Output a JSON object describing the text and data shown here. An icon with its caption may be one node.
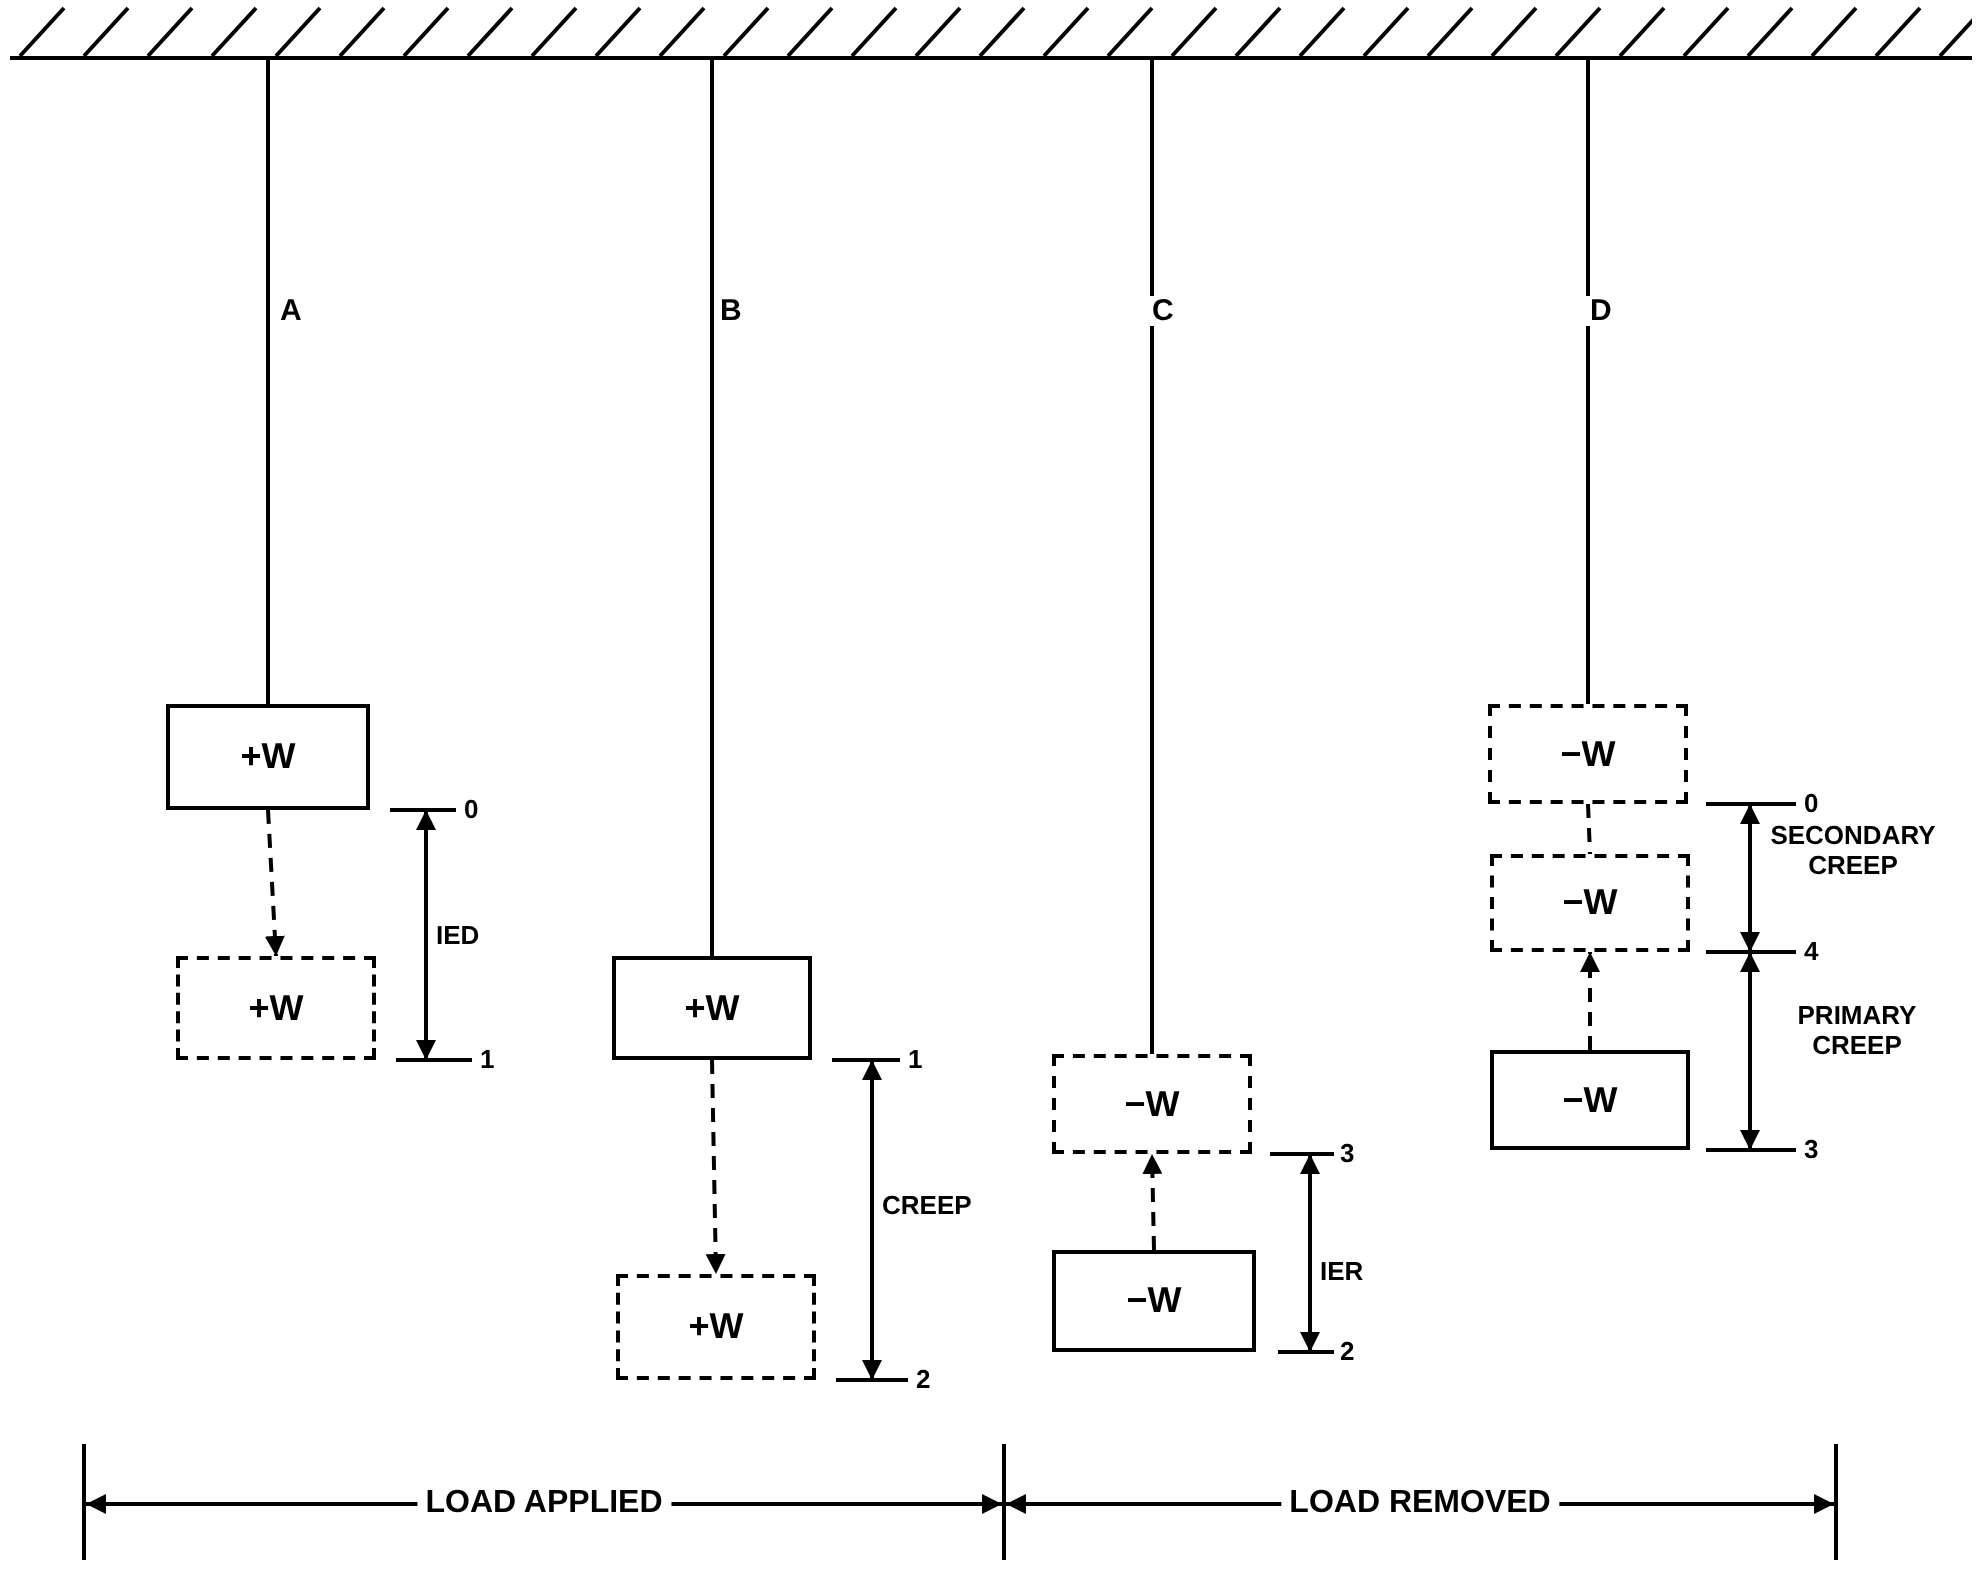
{
  "diagram": {
    "nodes": [
      {
        "text": [],
        "shape": "bar"
      },
      {
        "text": [
          "+W"
        ]
      },
      {
        "text": [
          "+W"
        ]
      },
      {
        "text": [
          "+W"
        ]
      },
      {
        "text": [
          "+W"
        ]
      },
      {
        "text": [
          "−W"
        ]
      },
      {
        "text": [
          "−W"
        ]
      },
      {
        "text": [
          "−W"
        ]
      },
      {
        "text": [
          "−W"
        ]
      },
      {
        "text": [
          "−W"
        ]
      }
    ],
    "edges": [
      {
        "from": 0,
        "to": 1,
        "arrow": "none",
        "label": "A"
      },
      {
        "from": 1,
        "to": 2,
        "arrow": "to",
        "style": "dashed"
      },
      {
        "from": 0,
        "to": 3,
        "arrow": "none",
        "label": "B"
      },
      {
        "from": 3,
        "to": 4,
        "arrow": "to",
        "style": "dashed"
      },
      {
        "from": 0,
        "to": 5,
        "arrow": "none",
        "label": "C"
      },
      {
        "from": 6,
        "to": 5,
        "arrow": "to",
        "style": "dashed"
      },
      {
        "from": 0,
        "to": 7,
        "arrow": "none",
        "label": "D"
      },
      {
        "from": 7,
        "to": 8,
        "arrow": "none",
        "style": "dashed"
      },
      {
        "from": 9,
        "to": 8,
        "arrow": "to",
        "style": "dashed"
      }
    ],
    "labels": [
      "0",
      "0",
      "SECONDARY CREEP",
      "4",
      "IED",
      "1",
      "1",
      "PRIMARY CREEP",
      "3",
      "3",
      "CREEP",
      "IER",
      "2",
      "2",
      "LOAD APPLIED",
      "LOAD REMOVED"
    ]
  }
}
